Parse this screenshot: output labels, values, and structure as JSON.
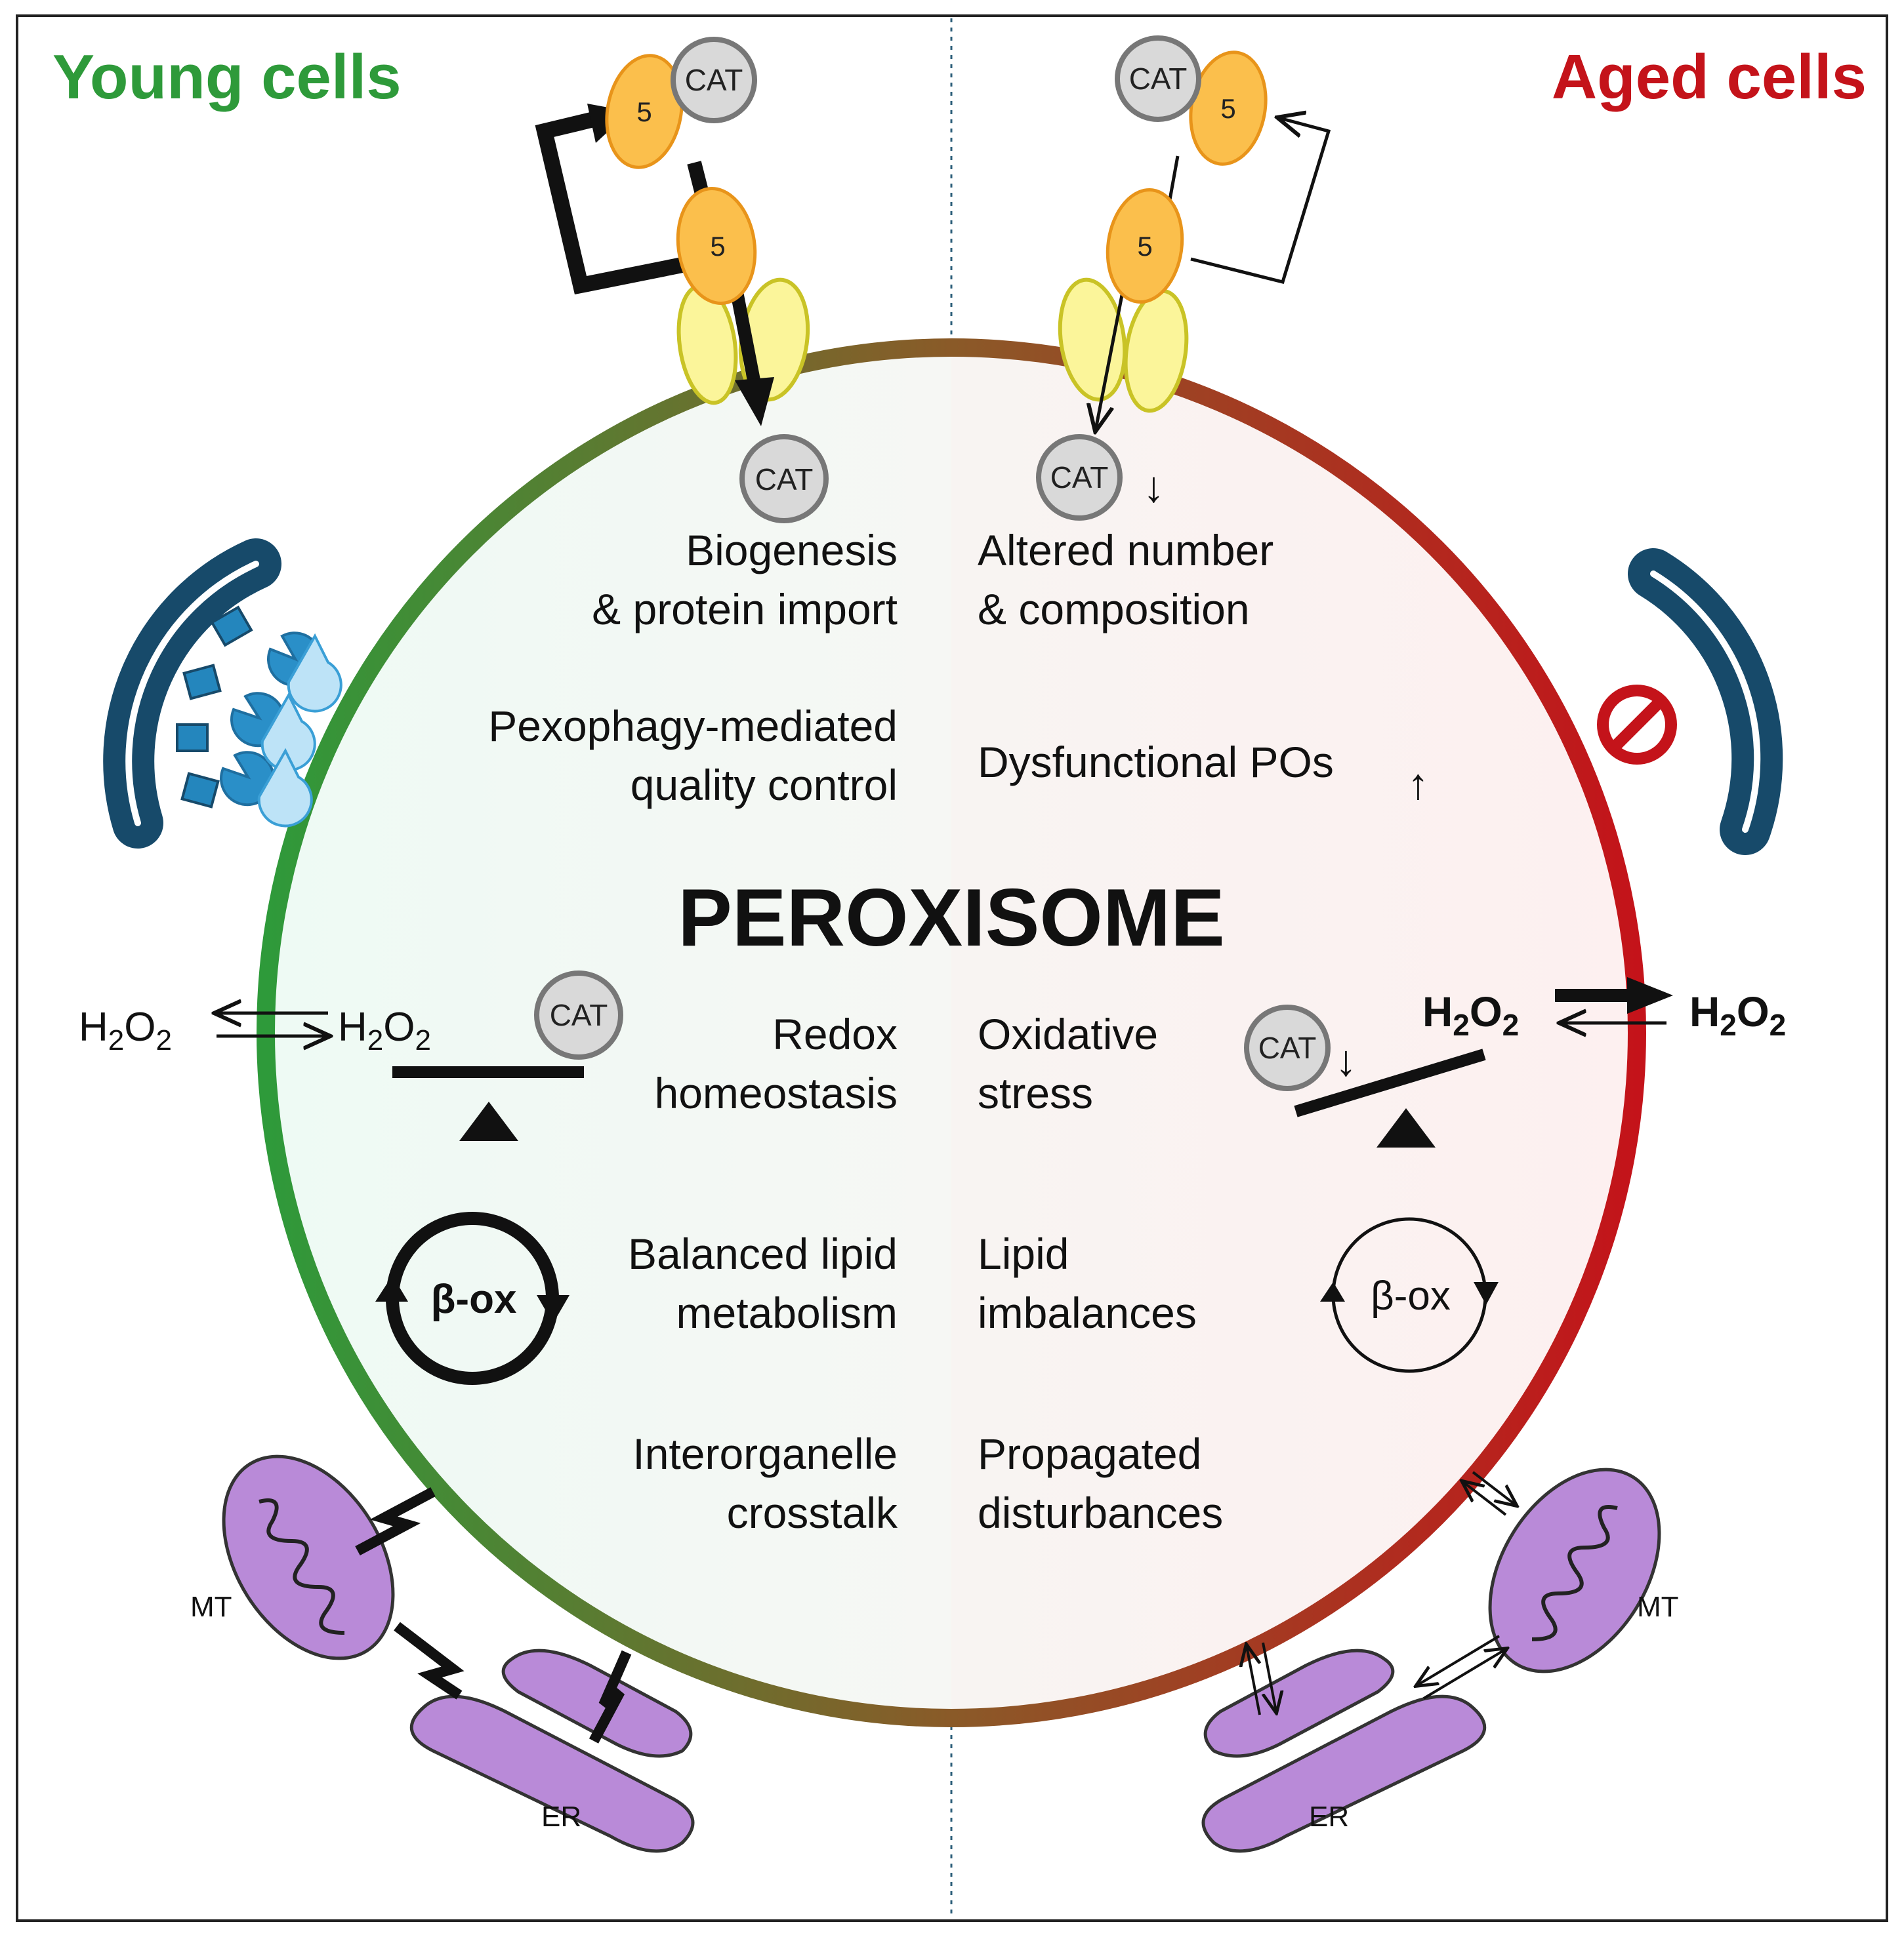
{
  "headings": {
    "young": "Young cells",
    "aged": "Aged cells"
  },
  "colors": {
    "young": "#2e9a3a",
    "aged": "#c4131a",
    "membrane_mid": "#8a5a28",
    "young_fill": "#eefaf4",
    "aged_fill": "#fdf0f0",
    "cat": "#d9d9d9",
    "pex5": "#fbbf4c",
    "pore": "#fbf59a",
    "autophagosome": "#174a6a",
    "organelle": "#b98ad8"
  },
  "center_title": "PEROXISOME",
  "labels": {
    "cat": "CAT",
    "pex5": "5",
    "beta_ox": "β-ox",
    "h2o2_left_1": "H2O2",
    "h2o2_left_2": "H2O2",
    "h2o2_right_1": "H2O2",
    "h2o2_right_2": "H2O2",
    "mt_left": "MT",
    "er_left": "ER",
    "mt_right": "MT",
    "er_right": "ER"
  },
  "h2o2": {
    "base": "H",
    "sub1": "2",
    "mid": "O",
    "sub2": "2"
  },
  "young_features": [
    [
      "Biogenesis",
      "& protein import"
    ],
    [
      "Pexophagy-mediated",
      "quality control"
    ],
    [
      "Redox",
      "homeostasis"
    ],
    [
      "Balanced lipid",
      "metabolism"
    ],
    [
      "Interorganelle",
      "crosstalk"
    ]
  ],
  "aged_features": [
    [
      "Altered number",
      "& composition"
    ],
    [
      "Dysfunctional POs"
    ],
    [
      "Oxidative",
      "stress"
    ],
    [
      "Lipid",
      "imbalances"
    ],
    [
      "Propagated",
      "disturbances"
    ]
  ],
  "indicators": {
    "down": "↓",
    "up": "↑"
  }
}
